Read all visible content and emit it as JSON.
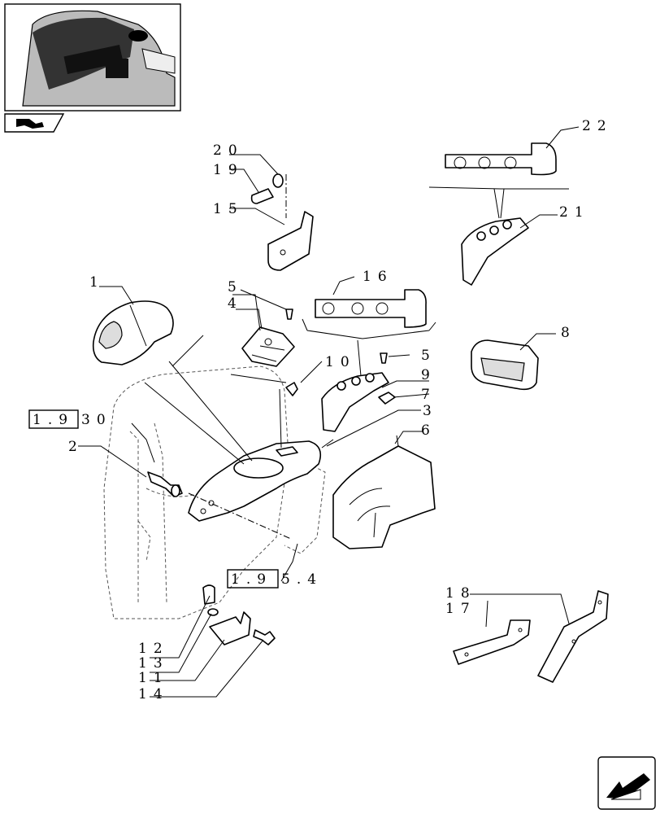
{
  "callouts": {
    "c1": "1",
    "c2": "2",
    "c3": "3",
    "c4": "4",
    "c5a": "5",
    "c5b": "5",
    "c6": "6",
    "c7": "7",
    "c8": "8",
    "c9": "9",
    "c10": "10",
    "c11": "11",
    "c12": "12",
    "c13": "13",
    "c14": "14",
    "c15": "15",
    "c16": "16",
    "c17": "17",
    "c18": "18",
    "c19": "19",
    "c20": "20",
    "c21": "21",
    "c22": "22"
  },
  "references": {
    "ref_a_boxed": "1.9",
    "ref_a_rest": "30",
    "ref_b_boxed": "1.9",
    "ref_b_rest": "5.4"
  },
  "icons": {
    "thumbnail": "tractor-cab-thumbnail-icon",
    "nav_prev": "previous-page-arrow-icon",
    "nav_next": "next-page-arrow-icon"
  }
}
